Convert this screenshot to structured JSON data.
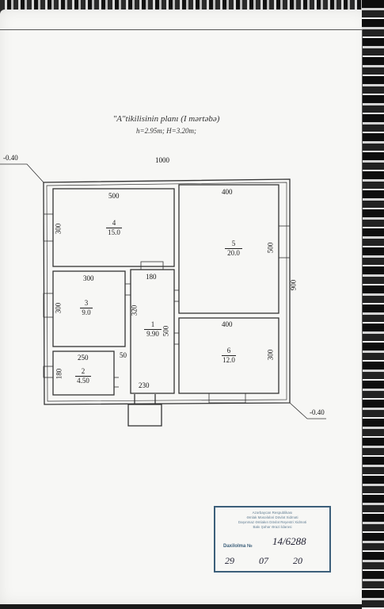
{
  "plan": {
    "title": "\"A\"tikilisinin planı (I mərtəbə)",
    "subtitle": "h=2.95m; H=3.20m;",
    "level_left": "-0.40",
    "level_right": "-0.40",
    "overall_width": "1000",
    "overall_height": "900"
  },
  "rooms": [
    {
      "num": "4",
      "area": "15.0",
      "width": "500",
      "height": "300"
    },
    {
      "num": "5",
      "area": "20.0",
      "width": "400",
      "height": "500"
    },
    {
      "num": "3",
      "area": "9.0",
      "width": "300",
      "height": "300"
    },
    {
      "num": "1",
      "area": "9.90",
      "width": "180",
      "height": "500"
    },
    {
      "num": "6",
      "area": "12.0",
      "width": "400",
      "height": "300"
    },
    {
      "num": "2",
      "area": "4.50",
      "width": "250",
      "height": "180"
    }
  ],
  "extra_dims": {
    "corridor_upper": "320",
    "step": "50",
    "entry": "230"
  },
  "stamp": {
    "lines": [
      "Azərbaycan Respublikası",
      "Əmlak Məsələləri Dövlət Xidməti",
      "Daşınmaz Əmlakın Dövlət Reyestri Xidməti",
      "Bakı Şəhər Ərazi İdarəsi"
    ],
    "reg_label": "Daxilolma №",
    "reg_number": "14/6288",
    "date": "29 07 20"
  }
}
